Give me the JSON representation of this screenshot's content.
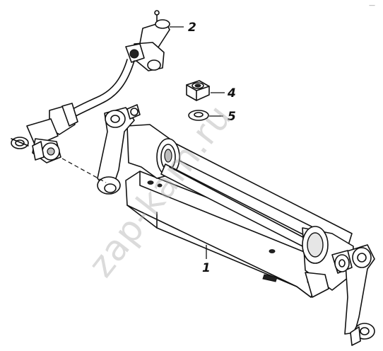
{
  "callouts": [
    {
      "id": "1",
      "label": "1"
    },
    {
      "id": "2",
      "label": "2"
    },
    {
      "id": "4",
      "label": "4"
    },
    {
      "id": "5",
      "label": "5"
    }
  ],
  "watermark": "zap-kam.ru",
  "corner_mark": "—"
}
